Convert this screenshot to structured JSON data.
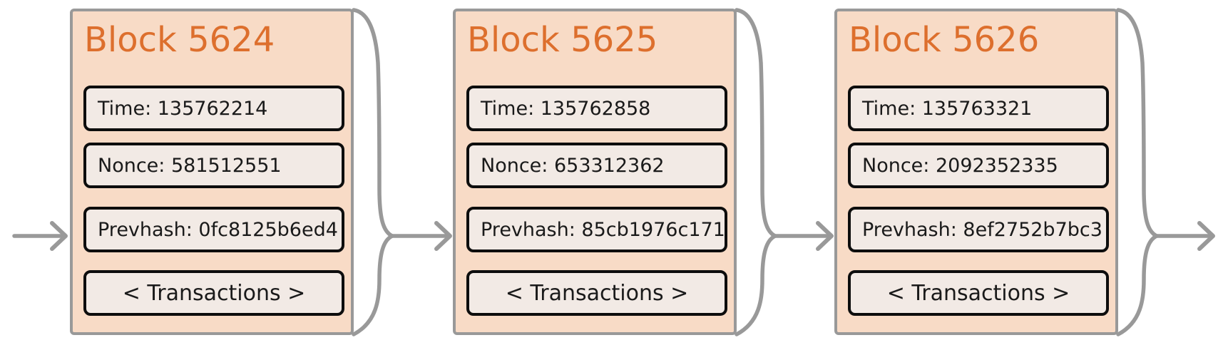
{
  "diagram": {
    "type": "blockchain-chain",
    "colors": {
      "block_fill": "#f8dbc6",
      "block_border": "#999999",
      "title_text": "#dd6f2d",
      "field_fill": "#f2eae5",
      "field_border": "#0d0d0d",
      "field_text": "#1a1a1a",
      "connector": "#999999",
      "background": "#ffffff"
    }
  },
  "blocks": [
    {
      "title": "Block 5624",
      "fields": [
        {
          "name": "time",
          "text": "Time: 135762214"
        },
        {
          "name": "nonce",
          "text": "Nonce: 581512551"
        },
        {
          "name": "prevhash",
          "text": "Prevhash: 0fc8125b6ed4"
        },
        {
          "name": "transactions",
          "text": "< Transactions >"
        }
      ]
    },
    {
      "title": "Block 5625",
      "fields": [
        {
          "name": "time",
          "text": "Time: 135762858"
        },
        {
          "name": "nonce",
          "text": "Nonce: 653312362"
        },
        {
          "name": "prevhash",
          "text": "Prevhash: 85cb1976c171"
        },
        {
          "name": "transactions",
          "text": "< Transactions >"
        }
      ]
    },
    {
      "title": "Block 5626",
      "fields": [
        {
          "name": "time",
          "text": "Time: 135763321"
        },
        {
          "name": "nonce",
          "text": "Nonce: 2092352335"
        },
        {
          "name": "prevhash",
          "text": "Prevhash: 8ef2752b7bc3"
        },
        {
          "name": "transactions",
          "text": "< Transactions >"
        }
      ]
    }
  ],
  "arrows": [
    {
      "name": "arrow-into-block-5624",
      "direction": "right"
    },
    {
      "name": "brace-and-arrow-5624-to-5625",
      "direction": "right"
    },
    {
      "name": "brace-and-arrow-5625-to-5626",
      "direction": "right"
    },
    {
      "name": "brace-and-arrow-5626-out",
      "direction": "right"
    }
  ]
}
